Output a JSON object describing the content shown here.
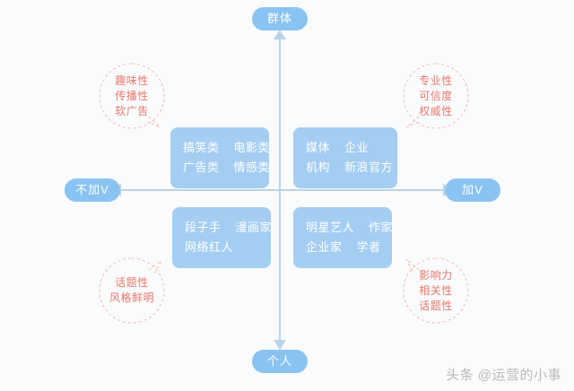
{
  "axes": {
    "top_label": "群体",
    "bottom_label": "个人",
    "left_label": "不加V",
    "right_label": "加V"
  },
  "colors": {
    "pill": "#89c3f2",
    "box": "#a4cdf2",
    "axis": "#b9d4e8",
    "callout_text": "#e8796b",
    "background": "#fafbfc"
  },
  "quadrants": {
    "top_left": {
      "rows": [
        {
          "cells": [
            "搞笑类",
            "电影类"
          ]
        },
        {
          "cells": [
            "广告类",
            "情感类"
          ]
        }
      ]
    },
    "top_right": {
      "rows": [
        {
          "cells": [
            "媒体",
            "企业"
          ]
        },
        {
          "cells": [
            "机构",
            "新浪官方"
          ]
        }
      ]
    },
    "bottom_left": {
      "rows": [
        {
          "cells": [
            "段子手",
            "漫画家"
          ]
        },
        {
          "cells": [
            "网络红人"
          ]
        }
      ]
    },
    "bottom_right": {
      "rows": [
        {
          "cells": [
            "明星艺人",
            "作家"
          ]
        },
        {
          "cells": [
            "企业家",
            "学者"
          ]
        }
      ]
    }
  },
  "callouts": {
    "top_left": {
      "lines": [
        "趣味性",
        "传播性",
        "软广告"
      ]
    },
    "top_right": {
      "lines": [
        "专业性",
        "可信度",
        "权威性"
      ]
    },
    "bottom_left": {
      "lines": [
        "话题性",
        "风格鲜明"
      ]
    },
    "bottom_right": {
      "lines": [
        "影响力",
        "相关性",
        "话题性"
      ]
    }
  },
  "watermark": "头条 @运营的小事"
}
